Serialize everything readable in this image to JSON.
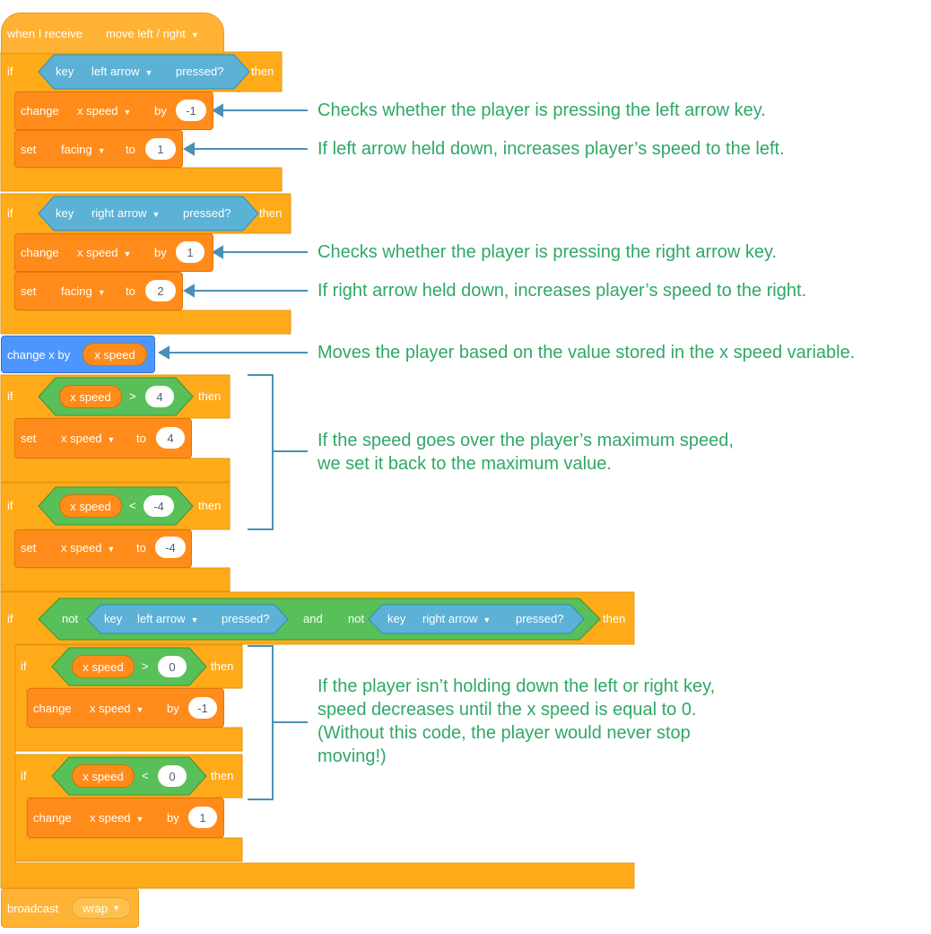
{
  "event_block": {
    "label": "when I receive",
    "message": "move left / right"
  },
  "if_keyword": "if",
  "then_keyword": "then",
  "key_word": "key",
  "pressed_word": "pressed?",
  "blocks": {
    "if1": {
      "key_option": "left arrow"
    },
    "change1": {
      "op": "change",
      "var": "x speed",
      "by_word": "by",
      "value": "-1"
    },
    "set1": {
      "op": "set",
      "var": "facing",
      "to_word": "to",
      "value": "1"
    },
    "if2": {
      "key_option": "right arrow"
    },
    "change2": {
      "op": "change",
      "var": "x speed",
      "by_word": "by",
      "value": "1"
    },
    "set2": {
      "op": "set",
      "var": "facing",
      "to_word": "to",
      "value": "2"
    },
    "move": {
      "label": "change x by",
      "reporter": "x speed"
    },
    "if3": {
      "reporter": "x speed",
      "operator": ">",
      "value": "4"
    },
    "set3": {
      "op": "set",
      "var": "x speed",
      "to_word": "to",
      "value": "4"
    },
    "if4": {
      "reporter": "x speed",
      "operator": "<",
      "value": "-4"
    },
    "set4": {
      "op": "set",
      "var": "x speed",
      "to_word": "to",
      "value": "-4"
    },
    "if5": {
      "not_word": "not",
      "and_word": "and",
      "left_option": "left arrow",
      "right_option": "right arrow"
    },
    "if6": {
      "reporter": "x speed",
      "operator": ">",
      "value": "0"
    },
    "change6": {
      "op": "change",
      "var": "x speed",
      "by_word": "by",
      "value": "-1"
    },
    "if7": {
      "reporter": "x speed",
      "operator": "<",
      "value": "0"
    },
    "change7": {
      "op": "change",
      "var": "x speed",
      "by_word": "by",
      "value": "1"
    },
    "broadcast": {
      "label": "broadcast",
      "message": "wrap"
    }
  },
  "annotations": {
    "a1": "Checks whether the player is pressing the left arrow key.",
    "a2": "If left arrow held down, increases player’s speed to the left.",
    "a3": "Checks whether the player is pressing the right arrow key.",
    "a4": "If right arrow held down, increases player’s speed to the right.",
    "a5": "Moves the player based on the value stored in the x speed variable.",
    "a6": [
      "If the speed goes over the player’s maximum speed,",
      "we set it back to the maximum value."
    ],
    "a7": [
      "If the player isn’t holding down the left or right key,",
      "speed decreases until the x speed is equal to 0.",
      "(Without this code, the player would never stop",
      "moving!)"
    ]
  },
  "colors": {
    "events": "#FFB233",
    "control": "#FFAB19",
    "variables": "#FF8C1A",
    "motion": "#4C97FF",
    "sensing": "#5CB1D6",
    "operators": "#59C059",
    "annotation_text": "#2FA866",
    "annotation_arrow": "#4A90B8"
  }
}
